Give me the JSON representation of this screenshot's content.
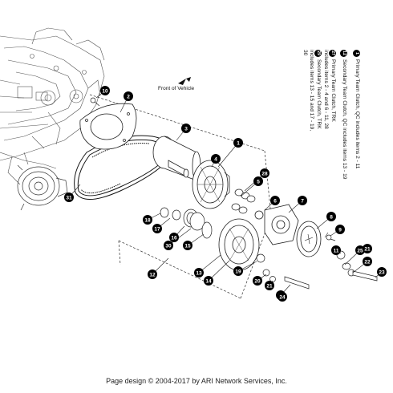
{
  "legend": [
    {
      "num": "1",
      "text": "Primary Team Clutch, QC includes items 2 - 11"
    },
    {
      "num": "12",
      "text": "Secondary Team Clutch, QC includes items 13 - 19"
    },
    {
      "num": "27",
      "text": "Primary Team Clutch, TRK includes items 2 - 4 and 6 - 11, 28"
    },
    {
      "num": "29",
      "text": "Secondary Team Clutch, TRK includes items 13 - 15 and 17 - 19, 30"
    }
  ],
  "front_label": "Front of Vehicle",
  "footer": "Page design © 2004-2017 by ARI Network Services, Inc.",
  "callouts": [
    "10",
    "2",
    "3",
    "1",
    "4",
    "28",
    "5",
    "6",
    "7",
    "8",
    "9",
    "31",
    "18",
    "17",
    "16",
    "30",
    "15",
    "11",
    "25",
    "21",
    "22",
    "23",
    "12",
    "13",
    "14",
    "19",
    "20",
    "21",
    "22",
    "24"
  ],
  "colors": {
    "ink": "#000000",
    "line": "#222222",
    "hatch": "#9a9a9a",
    "background": "#ffffff"
  }
}
